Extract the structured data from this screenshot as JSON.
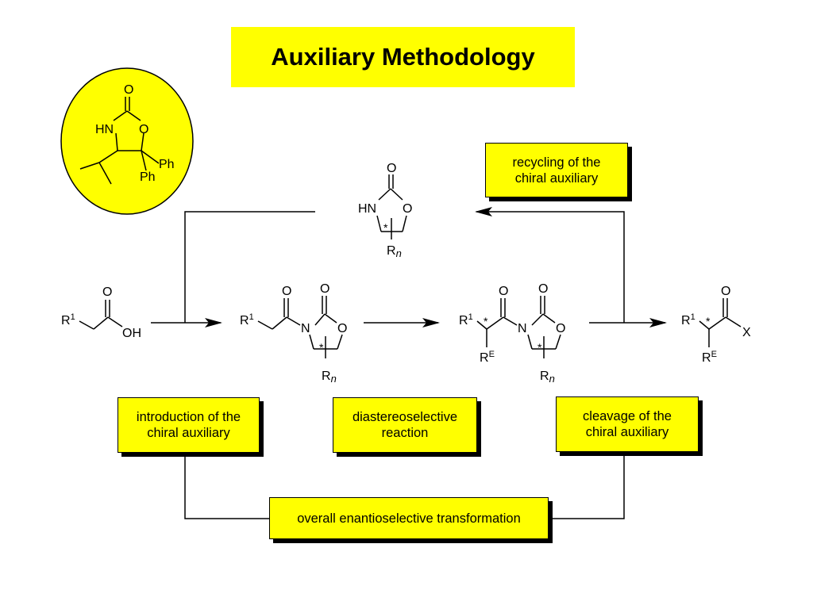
{
  "title": "Auxiliary Methodology",
  "colors": {
    "highlight": "#ffff00",
    "line": "#000000",
    "background": "#ffffff"
  },
  "boxes": {
    "recycling": "recycling of the\nchiral auxiliary",
    "introduction": "introduction of the\nchiral auxiliary",
    "diastereoselective": "diastereoselective\nreaction",
    "cleavage": "cleavage of the\nchiral auxiliary",
    "overall": "overall enantioselective transformation"
  },
  "structures": {
    "featured_auxiliary": {
      "O": "O",
      "HN": "HN",
      "ring_O": "O",
      "Ph1": "Ph",
      "Ph2": "Ph"
    },
    "auxiliary": {
      "O": "O",
      "HN": "HN",
      "ring_O": "O",
      "stereo": "*",
      "R": "R",
      "n": "n"
    },
    "acid": {
      "R": "R",
      "sup": "1",
      "O": "O",
      "OH": "OH"
    },
    "acylated": {
      "R": "R",
      "sup": "1",
      "O": "O",
      "O2": "O",
      "N": "N",
      "ring_O": "O",
      "stereo": "*",
      "Rn": "R",
      "n": "n"
    },
    "alkylated": {
      "R": "R",
      "sup": "1",
      "stereo": "*",
      "RE": "R",
      "E": "E",
      "O": "O",
      "O2": "O",
      "N": "N",
      "ring_O": "O",
      "ring_stereo": "*",
      "Rn": "R",
      "n": "n"
    },
    "product": {
      "R": "R",
      "sup": "1",
      "stereo": "*",
      "O": "O",
      "X": "X",
      "RE": "R",
      "E": "E"
    }
  }
}
